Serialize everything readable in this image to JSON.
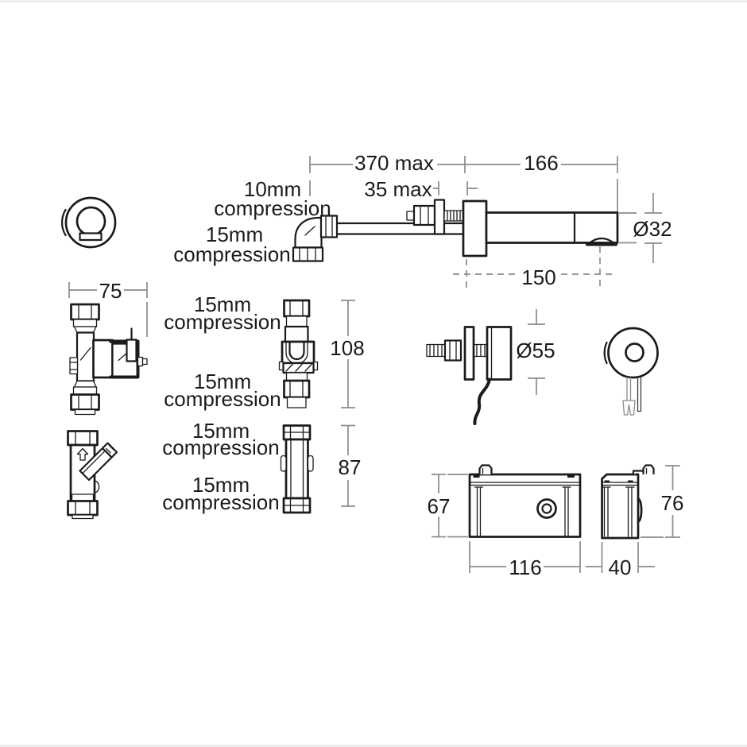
{
  "colors": {
    "line": "#1b1b1b",
    "dimension": "#8c8c8c"
  },
  "spout": {
    "dim_overall": "370 max",
    "dim_wall": "35 max",
    "dim_length": "166",
    "dim_projection": "150",
    "dim_diameter": "Ø32",
    "inlet_fitting": {
      "size": "10mm",
      "type": "compression"
    },
    "supply_fitting": {
      "size": "15mm",
      "type": "compression"
    }
  },
  "solenoid_valve": {
    "dim_width": "75"
  },
  "check_valve": {
    "dim_height": "108",
    "top_fitting": {
      "size": "15mm",
      "type": "compression"
    },
    "bottom_fitting": {
      "size": "15mm",
      "type": "compression"
    }
  },
  "sensor": {
    "dim_diameter": "Ø55"
  },
  "isolating_valve": {
    "dim_height": "87",
    "top_fitting": {
      "size": "15mm",
      "type": "compression"
    },
    "bottom_fitting": {
      "size": "15mm",
      "type": "compression"
    }
  },
  "control_box": {
    "front": {
      "dim_height": "67",
      "dim_width": "116"
    },
    "side": {
      "dim_width": "40",
      "dim_height": "76"
    }
  }
}
